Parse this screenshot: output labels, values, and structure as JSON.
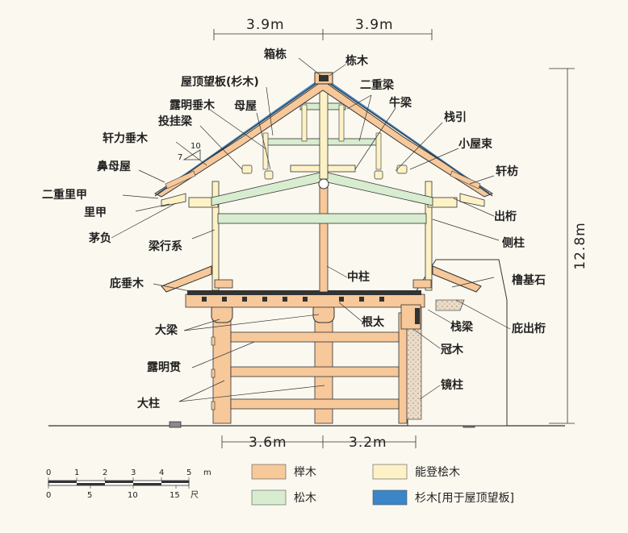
{
  "dimensions": {
    "top_left": "3.9m",
    "top_right": "3.9m",
    "bottom_left": "3.6m",
    "bottom_right": "3.2m",
    "height": "12.8m"
  },
  "labels": {
    "hakomune": "箱栋",
    "munagi": "栋木",
    "roof_board": "屋顶望板(杉木)",
    "nijubari": "二重梁",
    "roumei_taruki": "露明垂木",
    "moya": "母屋",
    "gyuryo": "牛梁",
    "nagegakebari": "投挂梁",
    "sashihiki": "栈引",
    "karuki_taruki": "轩力垂木",
    "koyazuka": "小屋束",
    "slope": "7",
    "slope_run": "10",
    "hanamoya": "鼻母屋",
    "nokibou": "轩枋",
    "niju_rikou": "二重里甲",
    "rikou": "里甲",
    "degeta": "出桁",
    "kayaoi": "茅负",
    "harayukikei": "梁行系",
    "gawabashira": "侧柱",
    "nakabashira": "中柱",
    "hisashi_taruki": "庇垂木",
    "rokikiseki": "橹基石",
    "nebuto": "根太",
    "ohbari": "大梁",
    "sanryo": "栈梁",
    "hisashi_degeta": "庇出桁",
    "kanmuriki": "冠木",
    "roumei_nuki": "露明贯",
    "kagamibashira": "镜柱",
    "ohbashira": "大柱"
  },
  "scale": {
    "m_ticks": [
      "0",
      "1",
      "2",
      "3",
      "4",
      "5"
    ],
    "m_unit": "m",
    "shaku_ticks": [
      "0",
      "5",
      "10",
      "15"
    ],
    "shaku_unit": "尺"
  },
  "legend": [
    {
      "label": "榉木",
      "color": "#f6c89a"
    },
    {
      "label": "能登桧木",
      "color": "#fdf2c6"
    },
    {
      "label": "松木",
      "color": "#d8ecd0"
    },
    {
      "label": "杉木[用于屋顶望板]",
      "color": "#3a86c8"
    }
  ]
}
